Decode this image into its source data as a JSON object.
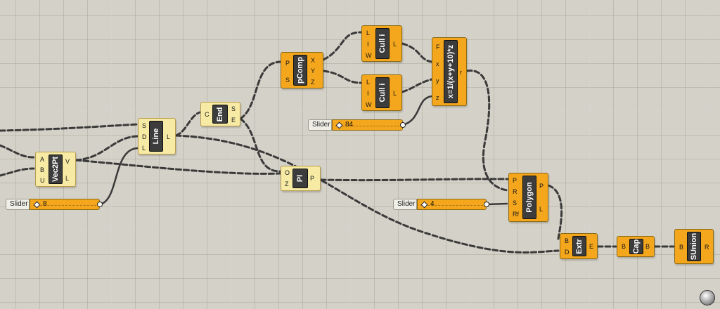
{
  "components": {
    "vec2pt": {
      "name": "Vec2Pt",
      "inputs": [
        "A",
        "B",
        "U"
      ],
      "outputs": [
        "V",
        "L"
      ]
    },
    "line": {
      "name": "Line",
      "inputs": [
        "S",
        "D",
        "L"
      ],
      "outputs": [
        "L"
      ]
    },
    "end": {
      "name": "End",
      "inputs": [
        "C"
      ],
      "outputs": [
        "S",
        "E"
      ]
    },
    "pcomp": {
      "name": "pComp",
      "inputs": [
        "P",
        "S"
      ],
      "outputs": [
        "X",
        "Y",
        "Z"
      ]
    },
    "cull1": {
      "name": "Cull i",
      "inputs": [
        "L",
        "I",
        "W"
      ],
      "outputs": [
        "L"
      ]
    },
    "cull2": {
      "name": "Cull i",
      "inputs": [
        "L",
        "I",
        "W"
      ],
      "outputs": [
        "L"
      ]
    },
    "expr": {
      "name": "x=1/(x+y+10)*z",
      "inputs": [
        "F",
        "x",
        "y",
        "z"
      ],
      "outputs": [
        "r"
      ]
    },
    "pl": {
      "name": "Pl",
      "inputs": [
        "O",
        "Z"
      ],
      "outputs": [
        "P"
      ]
    },
    "polygon": {
      "name": "Polygon",
      "inputs": [
        "P",
        "R",
        "S",
        "Rf"
      ],
      "outputs": [
        "P",
        "L"
      ]
    },
    "extr": {
      "name": "Extr",
      "inputs": [
        "B",
        "D"
      ],
      "outputs": [
        "E"
      ]
    },
    "cap": {
      "name": "Cap",
      "inputs": [
        "B"
      ],
      "outputs": [
        "B"
      ]
    },
    "sunion": {
      "name": "SUnion",
      "inputs": [
        "B"
      ],
      "outputs": [
        "R"
      ]
    }
  },
  "sliders": {
    "s8": {
      "label": "Slider",
      "value": "8"
    },
    "s84": {
      "label": "Slider",
      "value": "84"
    },
    "s4": {
      "label": "Slider",
      "value": "4"
    }
  },
  "colors": {
    "canvas": "#d4d1c8",
    "component": "#f4a61c",
    "param": "#f7eaa4",
    "wire": "#4a4a4a"
  }
}
